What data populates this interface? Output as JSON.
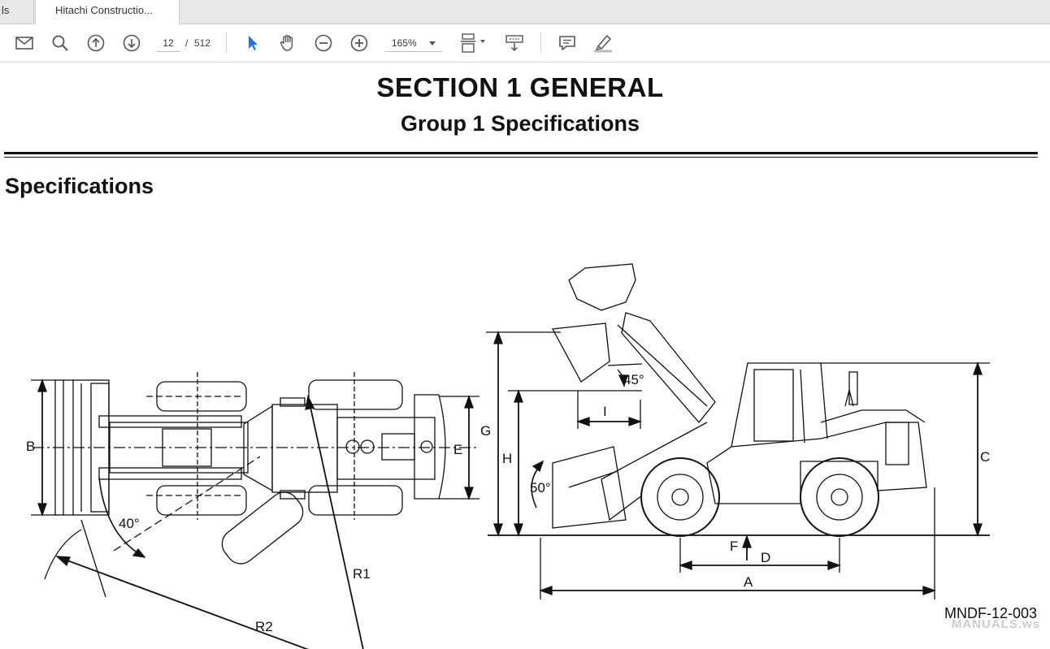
{
  "tabs": {
    "previous": "ls",
    "active": "Hitachi Constructio..."
  },
  "toolbar": {
    "icons": [
      "mail-icon",
      "search-icon",
      "arrow-up-icon",
      "arrow-down-icon",
      "pointer-icon",
      "hand-icon",
      "zoom-out-icon",
      "zoom-in-icon",
      "fit-page-icon",
      "scroll-icon",
      "comment-icon",
      "highlight-icon"
    ],
    "current_page": "12",
    "page_separator": "/",
    "total_pages": "512",
    "zoom": "165%"
  },
  "document": {
    "section_title": "SECTION 1 GENERAL",
    "group_title": "Group 1 Specifications",
    "heading": "Specifications",
    "figure_code": "MNDF-12-003",
    "watermark": "MANUALS.ws",
    "dimension_labels": {
      "B": "B",
      "E": "E",
      "G": "G",
      "H": "H",
      "I": "I",
      "C": "C",
      "F": "F",
      "D": "D",
      "A": "A",
      "R1": "R1",
      "R2": "R2",
      "angle_40": "40°",
      "angle_45": "45°",
      "angle_50": "50°"
    }
  }
}
